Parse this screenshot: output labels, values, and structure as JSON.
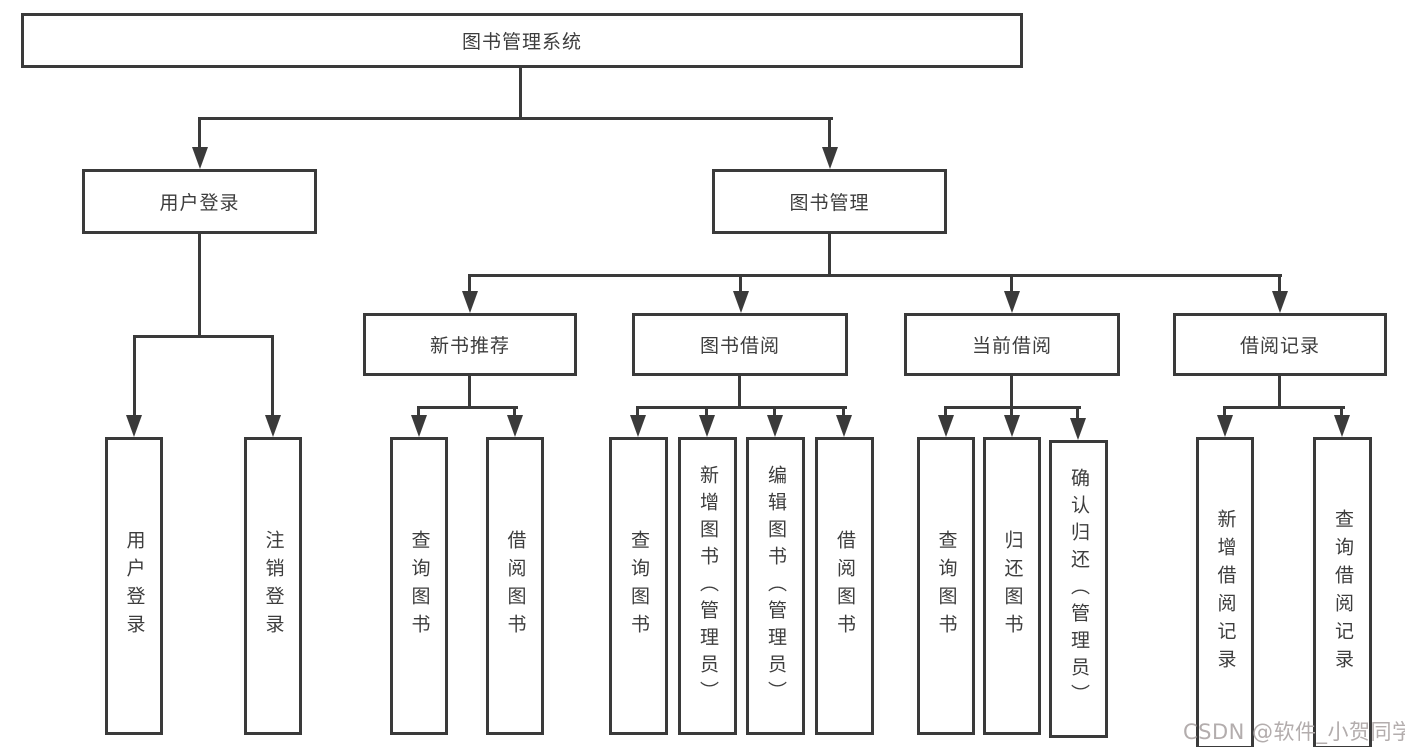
{
  "diagram": {
    "title": "图书管理系统",
    "root": {
      "label": "图书管理系统"
    },
    "level2": {
      "user_login": {
        "label": "用户登录"
      },
      "book_management": {
        "label": "图书管理"
      }
    },
    "level3": {
      "new_book_recommend": {
        "label": "新书推荐"
      },
      "book_borrowing": {
        "label": "图书借阅"
      },
      "current_borrowing": {
        "label": "当前借阅"
      },
      "borrowing_records": {
        "label": "借阅记录"
      }
    },
    "leaves": {
      "user_login": [
        "用户登录",
        "注销登录"
      ],
      "new_book_recommend": [
        "查询图书",
        "借阅图书"
      ],
      "book_borrowing": [
        "查询图书",
        "新增图书（管理员）",
        "编辑图书（管理员）",
        "借阅图书"
      ],
      "current_borrowing": [
        "查询图书",
        "归还图书",
        "确认归还（管理员）"
      ],
      "borrowing_records": [
        "新增借阅记录",
        "查询借阅记录"
      ]
    },
    "colors": {
      "line": "#3a3a3a",
      "text": "#3d3d3d",
      "background": "#ffffff",
      "watermark": "#b3adad"
    }
  },
  "watermark": {
    "text": "CSDN @软件_小贺同学"
  }
}
